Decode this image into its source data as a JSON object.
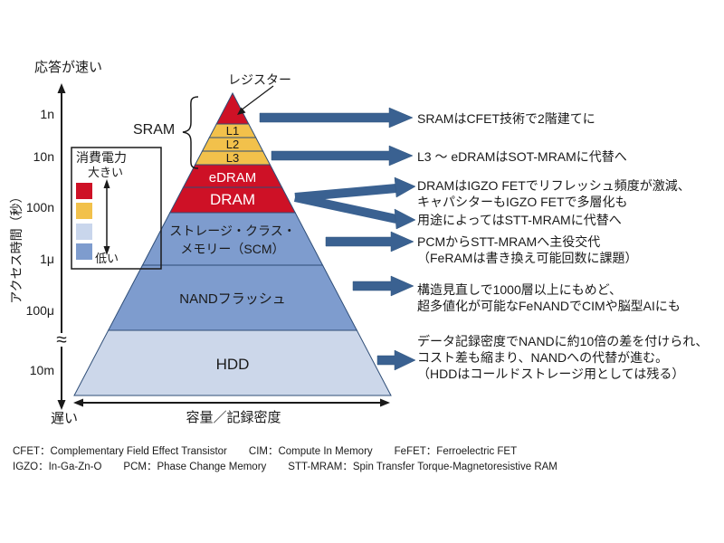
{
  "colors": {
    "red": "#ce1126",
    "yellow": "#f2c14b",
    "blue_mid": "#7e9cce",
    "blue_light": "#ccd7ea",
    "arrow": "#3a6191"
  },
  "y_axis": {
    "fast_label": "応答が速い",
    "slow_label": "遅い",
    "title": "アクセス時間（秒）",
    "ticks": [
      "1n",
      "10n",
      "100n",
      "1μ",
      "100μ",
      "10m"
    ],
    "break_symbol": "≈"
  },
  "x_axis": {
    "title": "容量／記録密度"
  },
  "legend": {
    "title": "消費電力",
    "high": "大きい",
    "low": "低い",
    "swatches": [
      "#ce1126",
      "#f2c14b",
      "#c9d6ec",
      "#7e9cce"
    ]
  },
  "pyramid": {
    "pointer_label": "レジスター",
    "group_label": "SRAM",
    "layers": {
      "l1": "L1",
      "l2": "L2",
      "l3": "L3",
      "edram": "eDRAM",
      "dram": "DRAM",
      "scm_line1": "ストレージ・クラス・",
      "scm_line2": "メモリー（SCM）",
      "nand": "NANDフラッシュ",
      "hdd": "HDD"
    }
  },
  "annotations": [
    {
      "lines": [
        "SRAMはCFET技術で2階建てに"
      ]
    },
    {
      "lines": [
        "L3 〜 eDRAMはSOT-MRAMに代替へ"
      ]
    },
    {
      "lines": [
        "DRAMはIGZO FETでリフレッシュ頻度が激減、",
        "キャパシターもIGZO FETで多層化も"
      ]
    },
    {
      "lines": [
        "用途によってはSTT-MRAMに代替へ"
      ]
    },
    {
      "lines": [
        "PCMからSTT-MRAMへ主役交代",
        "（FeRAMは書き換え可能回数に課題）"
      ]
    },
    {
      "lines": [
        "構造見直しで1000層以上にもめど、",
        "超多値化が可能なFeNANDでCIMや脳型AIにも"
      ]
    },
    {
      "lines": [
        "データ記録密度でNANDに約10倍の差を付けられ、",
        "コスト差も縮まり、NANDへの代替が進む。",
        "（HDDはコールドストレージ用としては残る）"
      ]
    }
  ],
  "footnotes": {
    "row1": [
      "CFET：Complementary Field Effect Transistor",
      "CIM：Compute In Memory",
      "FeFET：Ferroelectric FET"
    ],
    "row2": [
      "IGZO：In-Ga-Zn-O",
      "PCM：Phase Change Memory",
      "STT-MRAM：Spin Transfer Torque-Magnetoresistive RAM"
    ]
  }
}
